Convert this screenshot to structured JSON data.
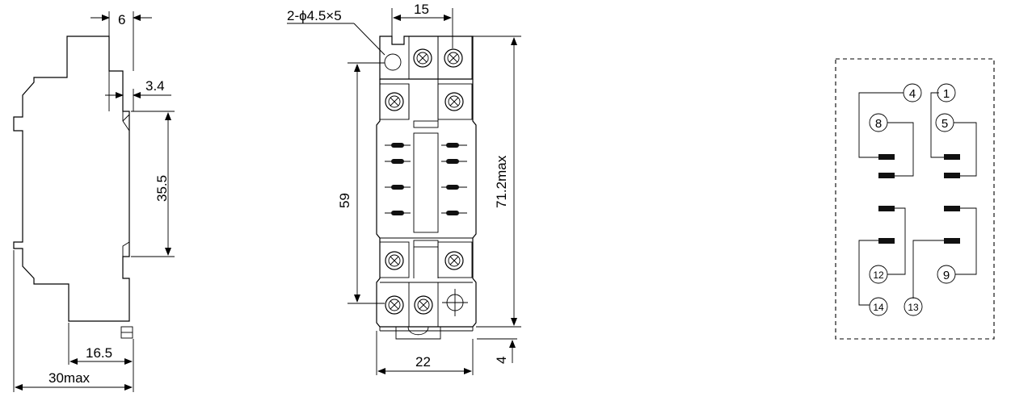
{
  "side_view": {
    "dim_top": "6",
    "dim_step": "3.4",
    "dim_rail": "35.5",
    "dim_depth": "16.5",
    "dim_total": "30max"
  },
  "front_view": {
    "hole_spec": "2-ϕ4.5×5",
    "dim_pitch_top": "15",
    "dim_hole_pitch": "59",
    "dim_height": "71.2max",
    "dim_width": "22",
    "dim_clip": "4"
  },
  "wiring": {
    "terminals": [
      "4",
      "1",
      "8",
      "5",
      "12",
      "9",
      "14",
      "13"
    ]
  }
}
